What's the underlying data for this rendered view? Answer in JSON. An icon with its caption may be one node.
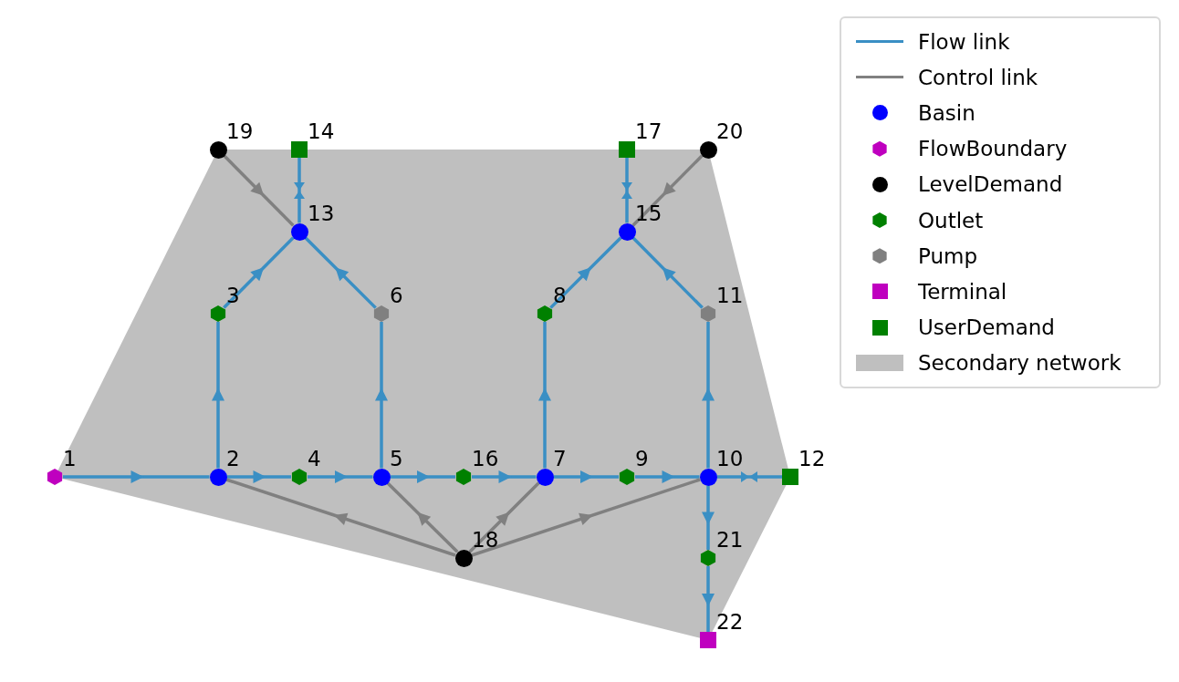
{
  "diagram": {
    "nodes": [
      {
        "text": [],
        "shape": "hexagon",
        "beside": [
          "1"
        ]
      },
      {
        "text": [],
        "shape": "circle",
        "beside": [
          "2"
        ]
      },
      {
        "text": [],
        "shape": "hexagon",
        "beside": [
          "3"
        ]
      },
      {
        "text": [],
        "shape": "hexagon",
        "beside": [
          "4"
        ]
      },
      {
        "text": [],
        "shape": "circle",
        "beside": [
          "5"
        ]
      },
      {
        "text": [],
        "shape": "hexagon",
        "beside": [
          "6"
        ]
      },
      {
        "text": [],
        "shape": "circle",
        "beside": [
          "7"
        ]
      },
      {
        "text": [],
        "shape": "hexagon",
        "beside": [
          "8"
        ]
      },
      {
        "text": [],
        "shape": "hexagon",
        "beside": [
          "9"
        ]
      },
      {
        "text": [],
        "shape": "circle",
        "beside": [
          "10"
        ]
      },
      {
        "text": [],
        "shape": "hexagon",
        "beside": [
          "11"
        ]
      },
      {
        "text": [],
        "shape": "box",
        "beside": [
          "12"
        ]
      },
      {
        "text": [],
        "shape": "circle",
        "beside": [
          "13"
        ]
      },
      {
        "text": [],
        "shape": "box",
        "beside": [
          "14"
        ]
      },
      {
        "text": [],
        "shape": "circle",
        "beside": [
          "15"
        ]
      },
      {
        "text": [],
        "shape": "hexagon",
        "beside": [
          "16"
        ]
      },
      {
        "text": [],
        "shape": "box",
        "beside": [
          "17"
        ]
      },
      {
        "text": [],
        "shape": "circle",
        "beside": [
          "18"
        ]
      },
      {
        "text": [],
        "shape": "circle",
        "beside": [
          "19"
        ]
      },
      {
        "text": [],
        "shape": "circle",
        "beside": [
          "20"
        ]
      },
      {
        "text": [],
        "shape": "hexagon",
        "beside": [
          "21"
        ]
      },
      {
        "text": [],
        "shape": "box",
        "beside": [
          "22"
        ]
      }
    ],
    "edges": [
      {
        "from": 0,
        "to": 1,
        "arrow": "to"
      },
      {
        "from": 1,
        "to": 3,
        "arrow": "to"
      },
      {
        "from": 3,
        "to": 4,
        "arrow": "to"
      },
      {
        "from": 4,
        "to": 15,
        "arrow": "to"
      },
      {
        "from": 15,
        "to": 6,
        "arrow": "to"
      },
      {
        "from": 6,
        "to": 8,
        "arrow": "to"
      },
      {
        "from": 8,
        "to": 9,
        "arrow": "to"
      },
      {
        "from": 9,
        "to": 11,
        "arrow": "both"
      },
      {
        "from": 9,
        "to": 20,
        "arrow": "to"
      },
      {
        "from": 20,
        "to": 21,
        "arrow": "to"
      },
      {
        "from": 1,
        "to": 2,
        "arrow": "to"
      },
      {
        "from": 2,
        "to": 12,
        "arrow": "to"
      },
      {
        "from": 4,
        "to": 5,
        "arrow": "to"
      },
      {
        "from": 5,
        "to": 12,
        "arrow": "to"
      },
      {
        "from": 6,
        "to": 7,
        "arrow": "to"
      },
      {
        "from": 7,
        "to": 14,
        "arrow": "to"
      },
      {
        "from": 9,
        "to": 10,
        "arrow": "to"
      },
      {
        "from": 10,
        "to": 14,
        "arrow": "to"
      },
      {
        "from": 12,
        "to": 13,
        "arrow": "both"
      },
      {
        "from": 14,
        "to": 16,
        "arrow": "both"
      },
      {
        "from": 18,
        "to": 12,
        "arrow": "to",
        "color": "#808080"
      },
      {
        "from": 19,
        "to": 14,
        "arrow": "to",
        "color": "#808080"
      },
      {
        "from": 17,
        "to": 1,
        "arrow": "to",
        "color": "#808080"
      },
      {
        "from": 17,
        "to": 4,
        "arrow": "to",
        "color": "#808080"
      },
      {
        "from": 17,
        "to": 6,
        "arrow": "to",
        "color": "#808080"
      },
      {
        "from": 17,
        "to": 9,
        "arrow": "to",
        "color": "#808080"
      }
    ],
    "legend": [
      {
        "text": "Flow link"
      },
      {
        "text": "Control link"
      },
      {
        "text": "Basin",
        "color": "#0000ff"
      },
      {
        "text": "FlowBoundary",
        "color": "#bf00bf"
      },
      {
        "text": "LevelDemand",
        "color": "#000000"
      },
      {
        "text": "Outlet",
        "color": "#008000"
      },
      {
        "text": "Pump",
        "color": "#808080"
      },
      {
        "text": "Terminal",
        "color": "#bf00bf"
      },
      {
        "text": "UserDemand",
        "color": "#008000"
      },
      {
        "text": "Secondary network",
        "color": "#bfbfbf"
      }
    ]
  }
}
